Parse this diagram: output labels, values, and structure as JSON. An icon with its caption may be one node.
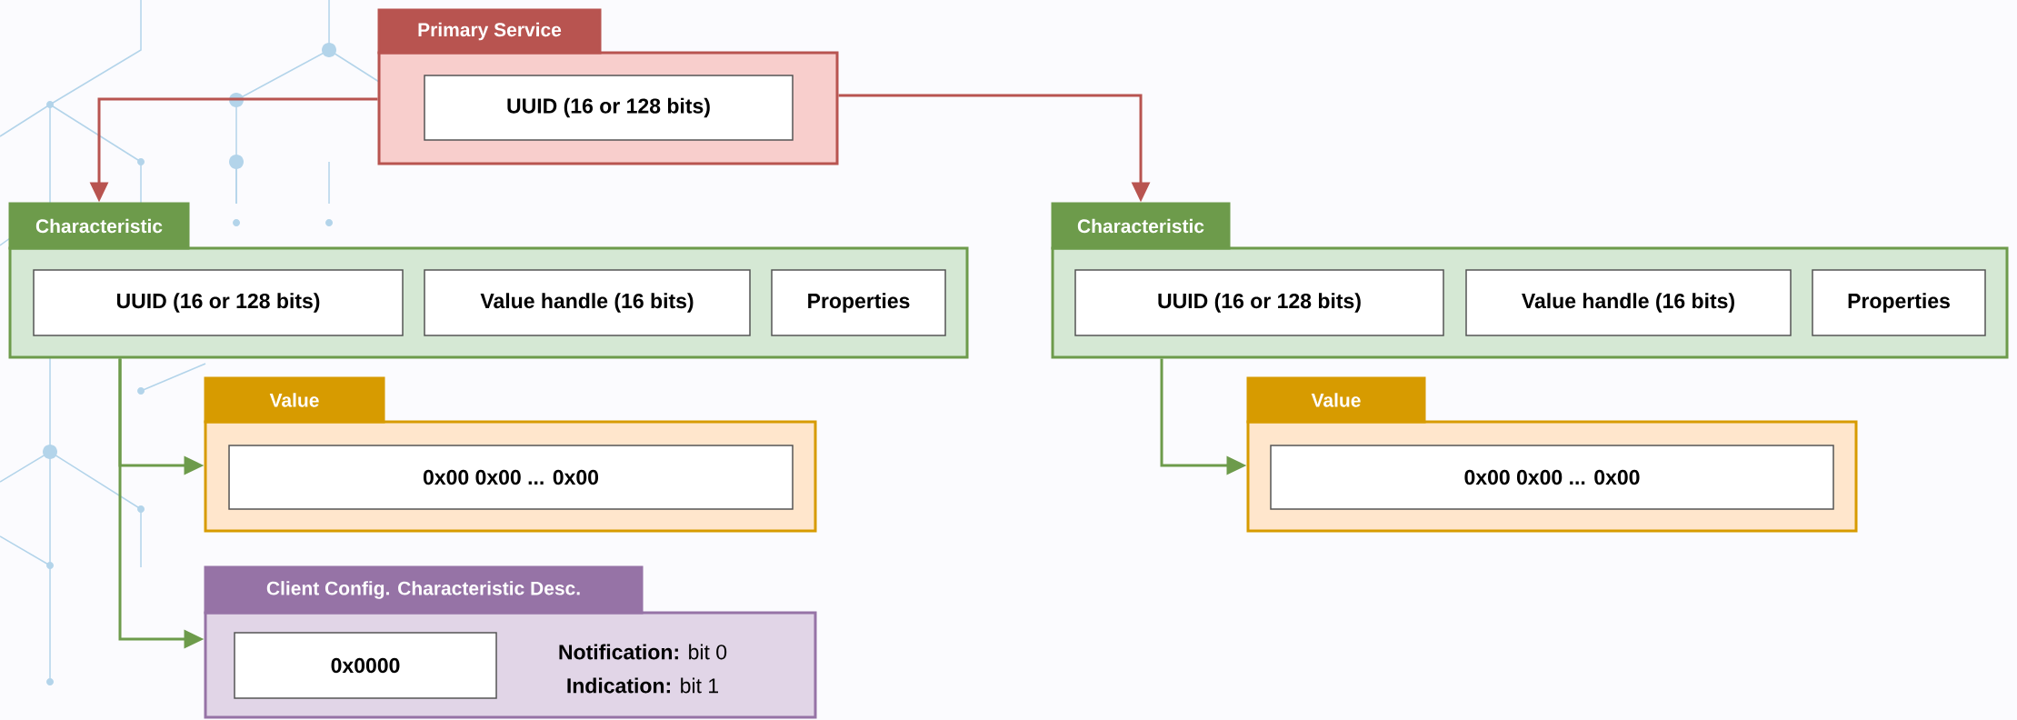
{
  "diagram": {
    "nodes": [
      {
        "text": [
          "Primary Service"
        ]
      },
      {
        "text": [
          "UUID (16 or 128 bits)"
        ],
        "in": 0
      },
      {
        "text": [
          "Characteristic"
        ]
      },
      {
        "text": [
          "UUID (16 or 128 bits)"
        ],
        "in": 2
      },
      {
        "text": [
          "Value handle (16 bits)"
        ],
        "in": 2
      },
      {
        "text": [
          "Properties"
        ],
        "in": 2
      },
      {
        "text": [
          "Value"
        ]
      },
      {
        "text": [
          "0x00 0x00 ... 0x00"
        ],
        "in": 6
      },
      {
        "text": [
          "Client Config. Characteristic Desc.",
          "**Notification:** bit 0",
          "**Indication:** bit 1"
        ]
      },
      {
        "text": [
          "0x0000"
        ],
        "in": 8
      },
      {
        "text": [
          "Characteristic"
        ]
      },
      {
        "text": [
          "UUID (16 or 128 bits)"
        ],
        "in": 10
      },
      {
        "text": [
          "Value handle (16 bits)"
        ],
        "in": 10
      },
      {
        "text": [
          "Properties"
        ],
        "in": 10
      },
      {
        "text": [
          "Value"
        ]
      },
      {
        "text": [
          "0x00 0x00 ... 0x00"
        ],
        "in": 14
      }
    ],
    "edges": [
      {
        "from": 0,
        "to": 2,
        "arrow": "to",
        "color": "#b85450"
      },
      {
        "from": 0,
        "to": 10,
        "arrow": "to",
        "color": "#b85450"
      },
      {
        "from": 2,
        "to": 6,
        "arrow": "to"
      },
      {
        "from": 2,
        "to": 8,
        "arrow": "to"
      },
      {
        "from": 10,
        "to": 14,
        "arrow": "to"
      }
    ]
  }
}
